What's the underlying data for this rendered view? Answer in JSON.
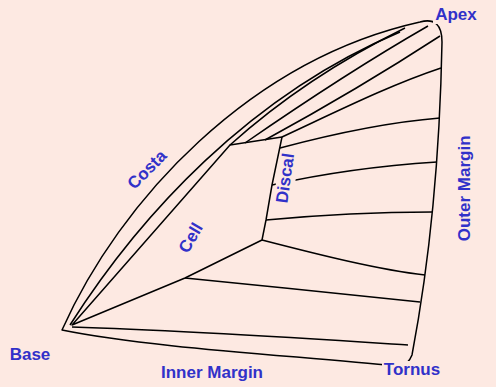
{
  "diagram": {
    "labels": [
      "Apex",
      "Costa",
      "Cell",
      "Discal",
      "Outer Margin",
      "Base",
      "Inner Margin",
      "Tornus"
    ]
  }
}
